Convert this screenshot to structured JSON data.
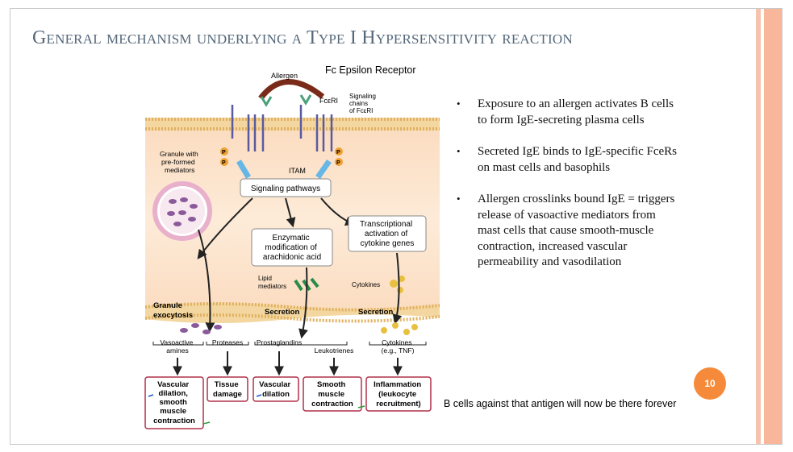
{
  "slide": {
    "title": "General mechanism underlying a Type I Hypersensitivity reaction",
    "fc_label": "Fc Epsilon Receptor",
    "bullets": [
      "Exposure to an allergen activates B cells to form IgE-secreting plasma cells",
      "Secreted IgE binds to IgE-specific FceRs on mast cells and basophils",
      "Allergen crosslinks bound IgE = triggers release of vasoactive mediators from mast cells that cause smooth-muscle contraction, increased vascular permeability and vasodilation"
    ],
    "note": "B cells against that antigen will now be there forever",
    "page_number": "10",
    "colors": {
      "title": "#55687a",
      "accent": "#f58a3a",
      "stripe": "#f8b79b"
    }
  },
  "diagram": {
    "allergen": "Allergen",
    "fceri": "FcεRI",
    "signaling_chains": [
      "Signaling",
      "chains",
      "of FcεRI"
    ],
    "granule": [
      "Granule with",
      "pre-formed",
      "mediators"
    ],
    "itam": "ITAM",
    "p": "P",
    "signaling_pathways": "Signaling pathways",
    "enzymatic": [
      "Enzymatic",
      "modification of",
      "arachidonic acid"
    ],
    "transcriptional": [
      "Transcriptional",
      "activation of",
      "cytokine genes"
    ],
    "lipid_mediators": [
      "Lipid",
      "mediators"
    ],
    "cytokines": "Cytokines",
    "granule_exocytosis": [
      "Granule",
      "exocytosis"
    ],
    "secretion": "Secretion",
    "vasoactive_amines": [
      "Vasoactive",
      "amines"
    ],
    "proteases": "Proteases",
    "prostaglandins": "Prostaglandins",
    "leukotrienes": "Leukotrienes",
    "cytokines_tnf": [
      "Cytokines",
      "(e.g., TNF)"
    ],
    "outcomes": {
      "vascular_dilation_smooth": [
        "Vascular",
        "dilation,",
        "smooth",
        "muscle",
        "contraction"
      ],
      "tissue_damage": [
        "Tissue",
        "damage"
      ],
      "vascular_dilation": [
        "Vascular",
        "dilation"
      ],
      "smooth_muscle": [
        "Smooth",
        "muscle",
        "contraction"
      ],
      "inflammation": [
        "Inflammation",
        "(leukocyte",
        "recruitment)"
      ]
    }
  }
}
